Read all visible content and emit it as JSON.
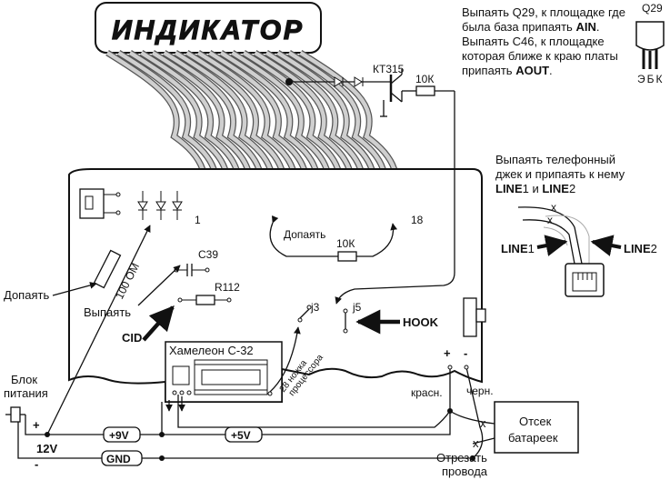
{
  "display": {
    "title": "ИНДИКАТОР"
  },
  "notes": {
    "q29_line1": "Выпаять Q29, к площадке где",
    "q29_line2a": "была база припаять ",
    "q29_line2b": "AIN",
    "q29_line2c": ".",
    "c46_line1": "Выпаять С46, к площадке",
    "c46_line2": "которая ближе к краю платы",
    "c46_line3a": "припаять ",
    "c46_line3b": "AOUT",
    "c46_line3c": ".",
    "phone_line1": "Выпаять телефонный",
    "phone_line2": "джек и припаять к нему",
    "phone_line3a": "LINE",
    "phone_line3b": "1 и ",
    "phone_line3c": "LINE",
    "phone_line3d": "2"
  },
  "transistor": {
    "name": "Q29",
    "pins": "ЭБК"
  },
  "components": {
    "kt315": "КТ315",
    "r_10k_top": "10К",
    "r_10k_bottom": "10К",
    "r_100": "100 ОМ",
    "c39": "С39",
    "r112": "R112",
    "j3": "j3",
    "j5": "j5",
    "pin_first": "1",
    "pin_last": "18",
    "pin28_line1": "28 ножка",
    "pin28_line2": "процессора"
  },
  "labels": {
    "dopayat_left": "Допаять",
    "dopayat_mid": "Допаять",
    "vypayat": "Выпаять",
    "cid": "CID",
    "hook": "HOOK",
    "chameleon": "Хамелеон С-32",
    "line1a": "LINE",
    "line1b": "1",
    "line2a": "LINE",
    "line2b": "2",
    "power_line1": "Блок",
    "power_line2": "питания",
    "plus_left": "+",
    "minus_left": "-",
    "v12": "12V",
    "v9": "+9V",
    "v5": "+5V",
    "gnd": "GND",
    "plus_bat": "+",
    "minus_bat": "-",
    "red": "красн.",
    "black": "черн.",
    "battery_line1": "Отсек",
    "battery_line2": "батареек",
    "cut_line1": "Отрезать",
    "cut_line2": "провода"
  }
}
